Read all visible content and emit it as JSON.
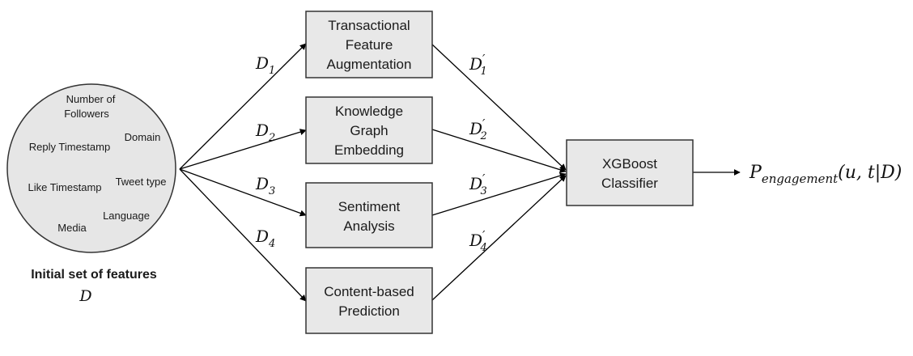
{
  "input": {
    "features": [
      "Number of",
      "Followers",
      "Domain",
      "Reply Timestamp",
      "Tweet type",
      "Like Timestamp",
      "Language",
      "Media"
    ],
    "caption": "Initial set of features",
    "symbol": "D"
  },
  "modules": [
    {
      "lines": [
        "Transactional",
        "Feature",
        "Augmentation"
      ]
    },
    {
      "lines": [
        "Knowledge",
        "Graph",
        "Embedding"
      ]
    },
    {
      "lines": [
        "Sentiment",
        "Analysis"
      ]
    },
    {
      "lines": [
        "Content-based",
        "Prediction"
      ]
    }
  ],
  "input_edges": [
    {
      "base": "D",
      "sub": "1"
    },
    {
      "base": "D",
      "sub": "2"
    },
    {
      "base": "D",
      "sub": "3"
    },
    {
      "base": "D",
      "sub": "4"
    }
  ],
  "output_edges": [
    {
      "base": "D",
      "prime": "′",
      "sub": "1"
    },
    {
      "base": "D",
      "prime": "′",
      "sub": "2"
    },
    {
      "base": "D",
      "prime": "′",
      "sub": "3"
    },
    {
      "base": "D",
      "prime": "′",
      "sub": "4"
    }
  ],
  "classifier": {
    "lines": [
      "XGBoost",
      "Classifier"
    ]
  },
  "output": {
    "base": "P",
    "sub": "engagement",
    "args": "(u, t|D)"
  }
}
